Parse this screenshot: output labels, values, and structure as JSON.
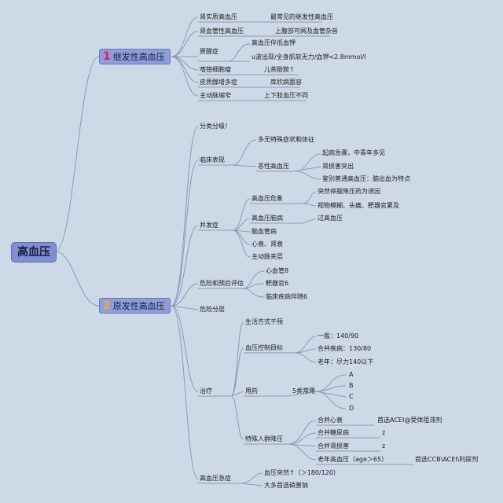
{
  "root": "高血压",
  "branches": [
    {
      "num": "1",
      "label": "继发性高血压"
    },
    {
      "num": "2",
      "label": "原发性高血压"
    }
  ],
  "secondary": {
    "renal_parenchymal": "肾实质高血压",
    "renal_parenchymal_note": "最常见的继发性高血压",
    "renovascular": "肾血管性高血压",
    "renovascular_note": "上腹部可闻及血管杂音",
    "aldosteronism": "原醛症",
    "aldo_1": "高血压伴低血钾",
    "aldo_2": "u波出现/全身肌软无力/血钾<2.8mmol/l",
    "pheo": "嗜铬细胞瘤",
    "pheo_note": "儿茶酚胺↑",
    "cushing": "皮质醇增多症",
    "cushing_note": "库欣病面容",
    "coarctation": "主动脉缩窄",
    "coarctation_note": "上下肢血压不同"
  },
  "primary": {
    "grading": "分类分级！",
    "clinical": "临床表现",
    "no_symptoms": "多无特殊症状和体征",
    "malignant": "恶性高血压",
    "mal_1": "起病急骤，中青年多见",
    "mal_2": "肾损害突出",
    "mal_3": "鉴别普通高血压：脑出血为特点",
    "complications": "并发症",
    "crisis": "高血压危象",
    "crisis_1": "突然停服降压药为诱因",
    "crisis_2": "视物模糊、头痛、靶器官累及",
    "encephalopathy": "高血压脑病",
    "enc_1": "过高血压",
    "cerebrovascular": "脑血管病",
    "heart_renal": "心衰、肾衰",
    "aortic_dissection": "主动脉夹层",
    "risk_assess": "危险和预后评估",
    "risk_1": "心血管8",
    "risk_2": "靶器官6",
    "risk_3": "临床疾病伴随6",
    "risk_strat": "危险分层",
    "treatment": "治疗",
    "lifestyle": "生活方式干预",
    "bp_target": "血压控制目标",
    "target_1": "一般：140/90",
    "target_2": "合并疾病：130/80",
    "target_3": "老年：尽力140以下",
    "drugs": "用药",
    "five_classes": "5类常用",
    "class_a": "A",
    "class_b": "B",
    "class_c": "C",
    "class_d": "D",
    "special": "特殊人群降压",
    "sp_heart": "合并心衰",
    "sp_heart_drug": "首选ACEI@受体阻滞剂",
    "sp_dm": "合并糖尿病",
    "sp_dm_drug": "z",
    "sp_renal": "合并肾损害",
    "sp_renal_drug": "z",
    "sp_elderly": "老年高血压（age＞65）",
    "sp_elderly_drug": "首选CCB\\ACEI\\利尿剂",
    "emergency": "高血压急症",
    "em_1": "血压突然↑（＞180/120）",
    "em_2": "大多首选硝普钠"
  }
}
